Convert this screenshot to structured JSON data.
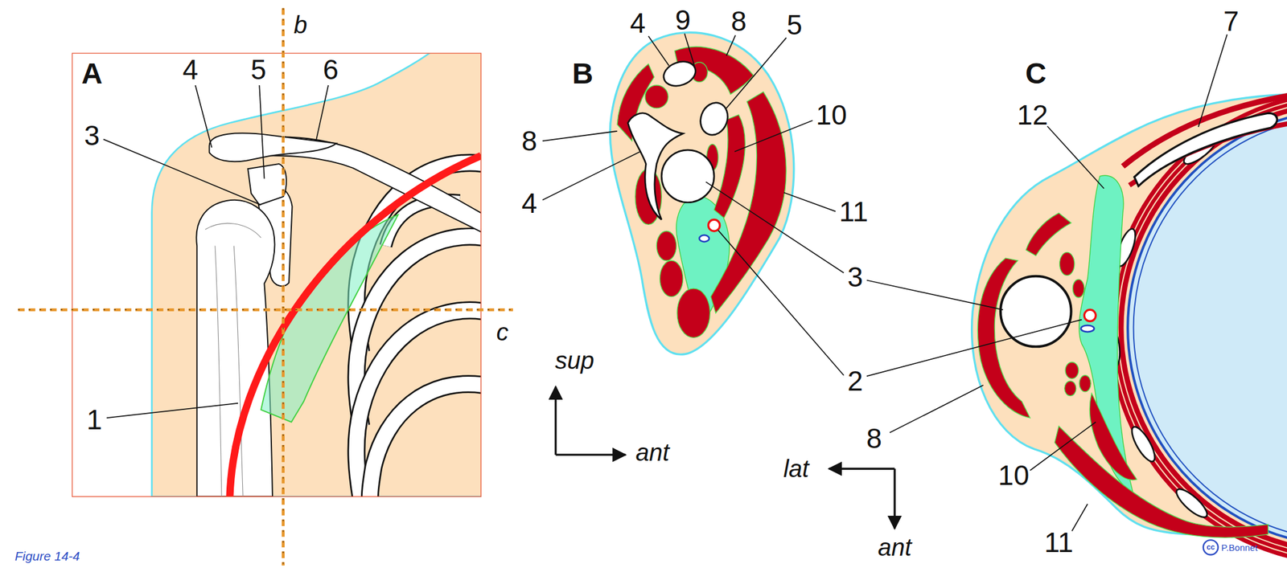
{
  "diagram": {
    "caption": "Figure 14-4",
    "labels": [
      "A",
      "4",
      "5",
      "6",
      "3",
      "b",
      "c",
      "1",
      "B",
      "4",
      "9",
      "8",
      "5",
      "8",
      "10",
      "11",
      "4",
      "3",
      "2",
      "sup",
      "ant",
      "C",
      "7",
      "12",
      "8",
      "10",
      "11",
      "lat",
      "ant",
      "cc",
      "P.Bonnet"
    ]
  }
}
